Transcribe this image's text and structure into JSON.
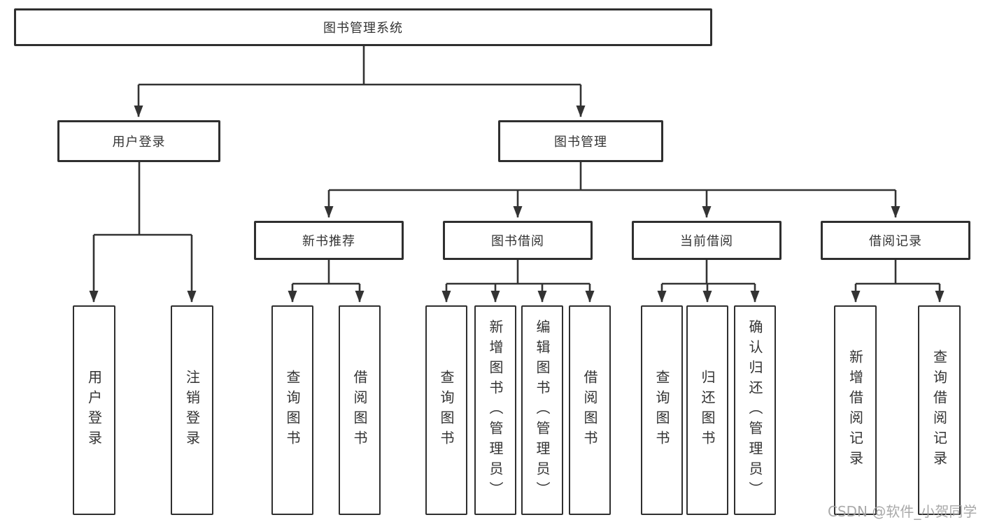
{
  "diagram": {
    "root": {
      "label": "图书管理系统"
    },
    "level2": [
      {
        "id": "user-login",
        "label": "用户登录"
      },
      {
        "id": "book-management",
        "label": "图书管理"
      }
    ],
    "level3": [
      {
        "id": "new-book-recommend",
        "label": "新书推荐",
        "parent": "图书管理"
      },
      {
        "id": "book-borrowing",
        "label": "图书借阅",
        "parent": "图书管理"
      },
      {
        "id": "current-borrowing",
        "label": "当前借阅",
        "parent": "图书管理"
      },
      {
        "id": "borrowing-records",
        "label": "借阅记录",
        "parent": "图书管理"
      }
    ],
    "leaves": [
      {
        "label": "用户登录",
        "parent": "用户登录"
      },
      {
        "label": "注销登录",
        "parent": "用户登录"
      },
      {
        "label": "查询图书",
        "parent": "新书推荐"
      },
      {
        "label": "借阅图书",
        "parent": "新书推荐"
      },
      {
        "label": "查询图书",
        "parent": "图书借阅"
      },
      {
        "label": "新增图书（管理员）",
        "parent": "图书借阅"
      },
      {
        "label": "编辑图书（管理员）",
        "parent": "图书借阅"
      },
      {
        "label": "借阅图书",
        "parent": "图书借阅"
      },
      {
        "label": "查询图书",
        "parent": "当前借阅"
      },
      {
        "label": "归还图书",
        "parent": "当前借阅"
      },
      {
        "label": "确认归还（管理员）",
        "parent": "当前借阅"
      },
      {
        "label": "新增借阅记录",
        "parent": "借阅记录"
      },
      {
        "label": "查询借阅记录",
        "parent": "借阅记录"
      }
    ]
  },
  "watermark": "CSDN @软件_小贺同学",
  "colors": {
    "line": "#333333",
    "box_border": "#2f2f2f",
    "text": "#333333",
    "background": "#ffffff",
    "watermark": "#a0a0a0"
  }
}
